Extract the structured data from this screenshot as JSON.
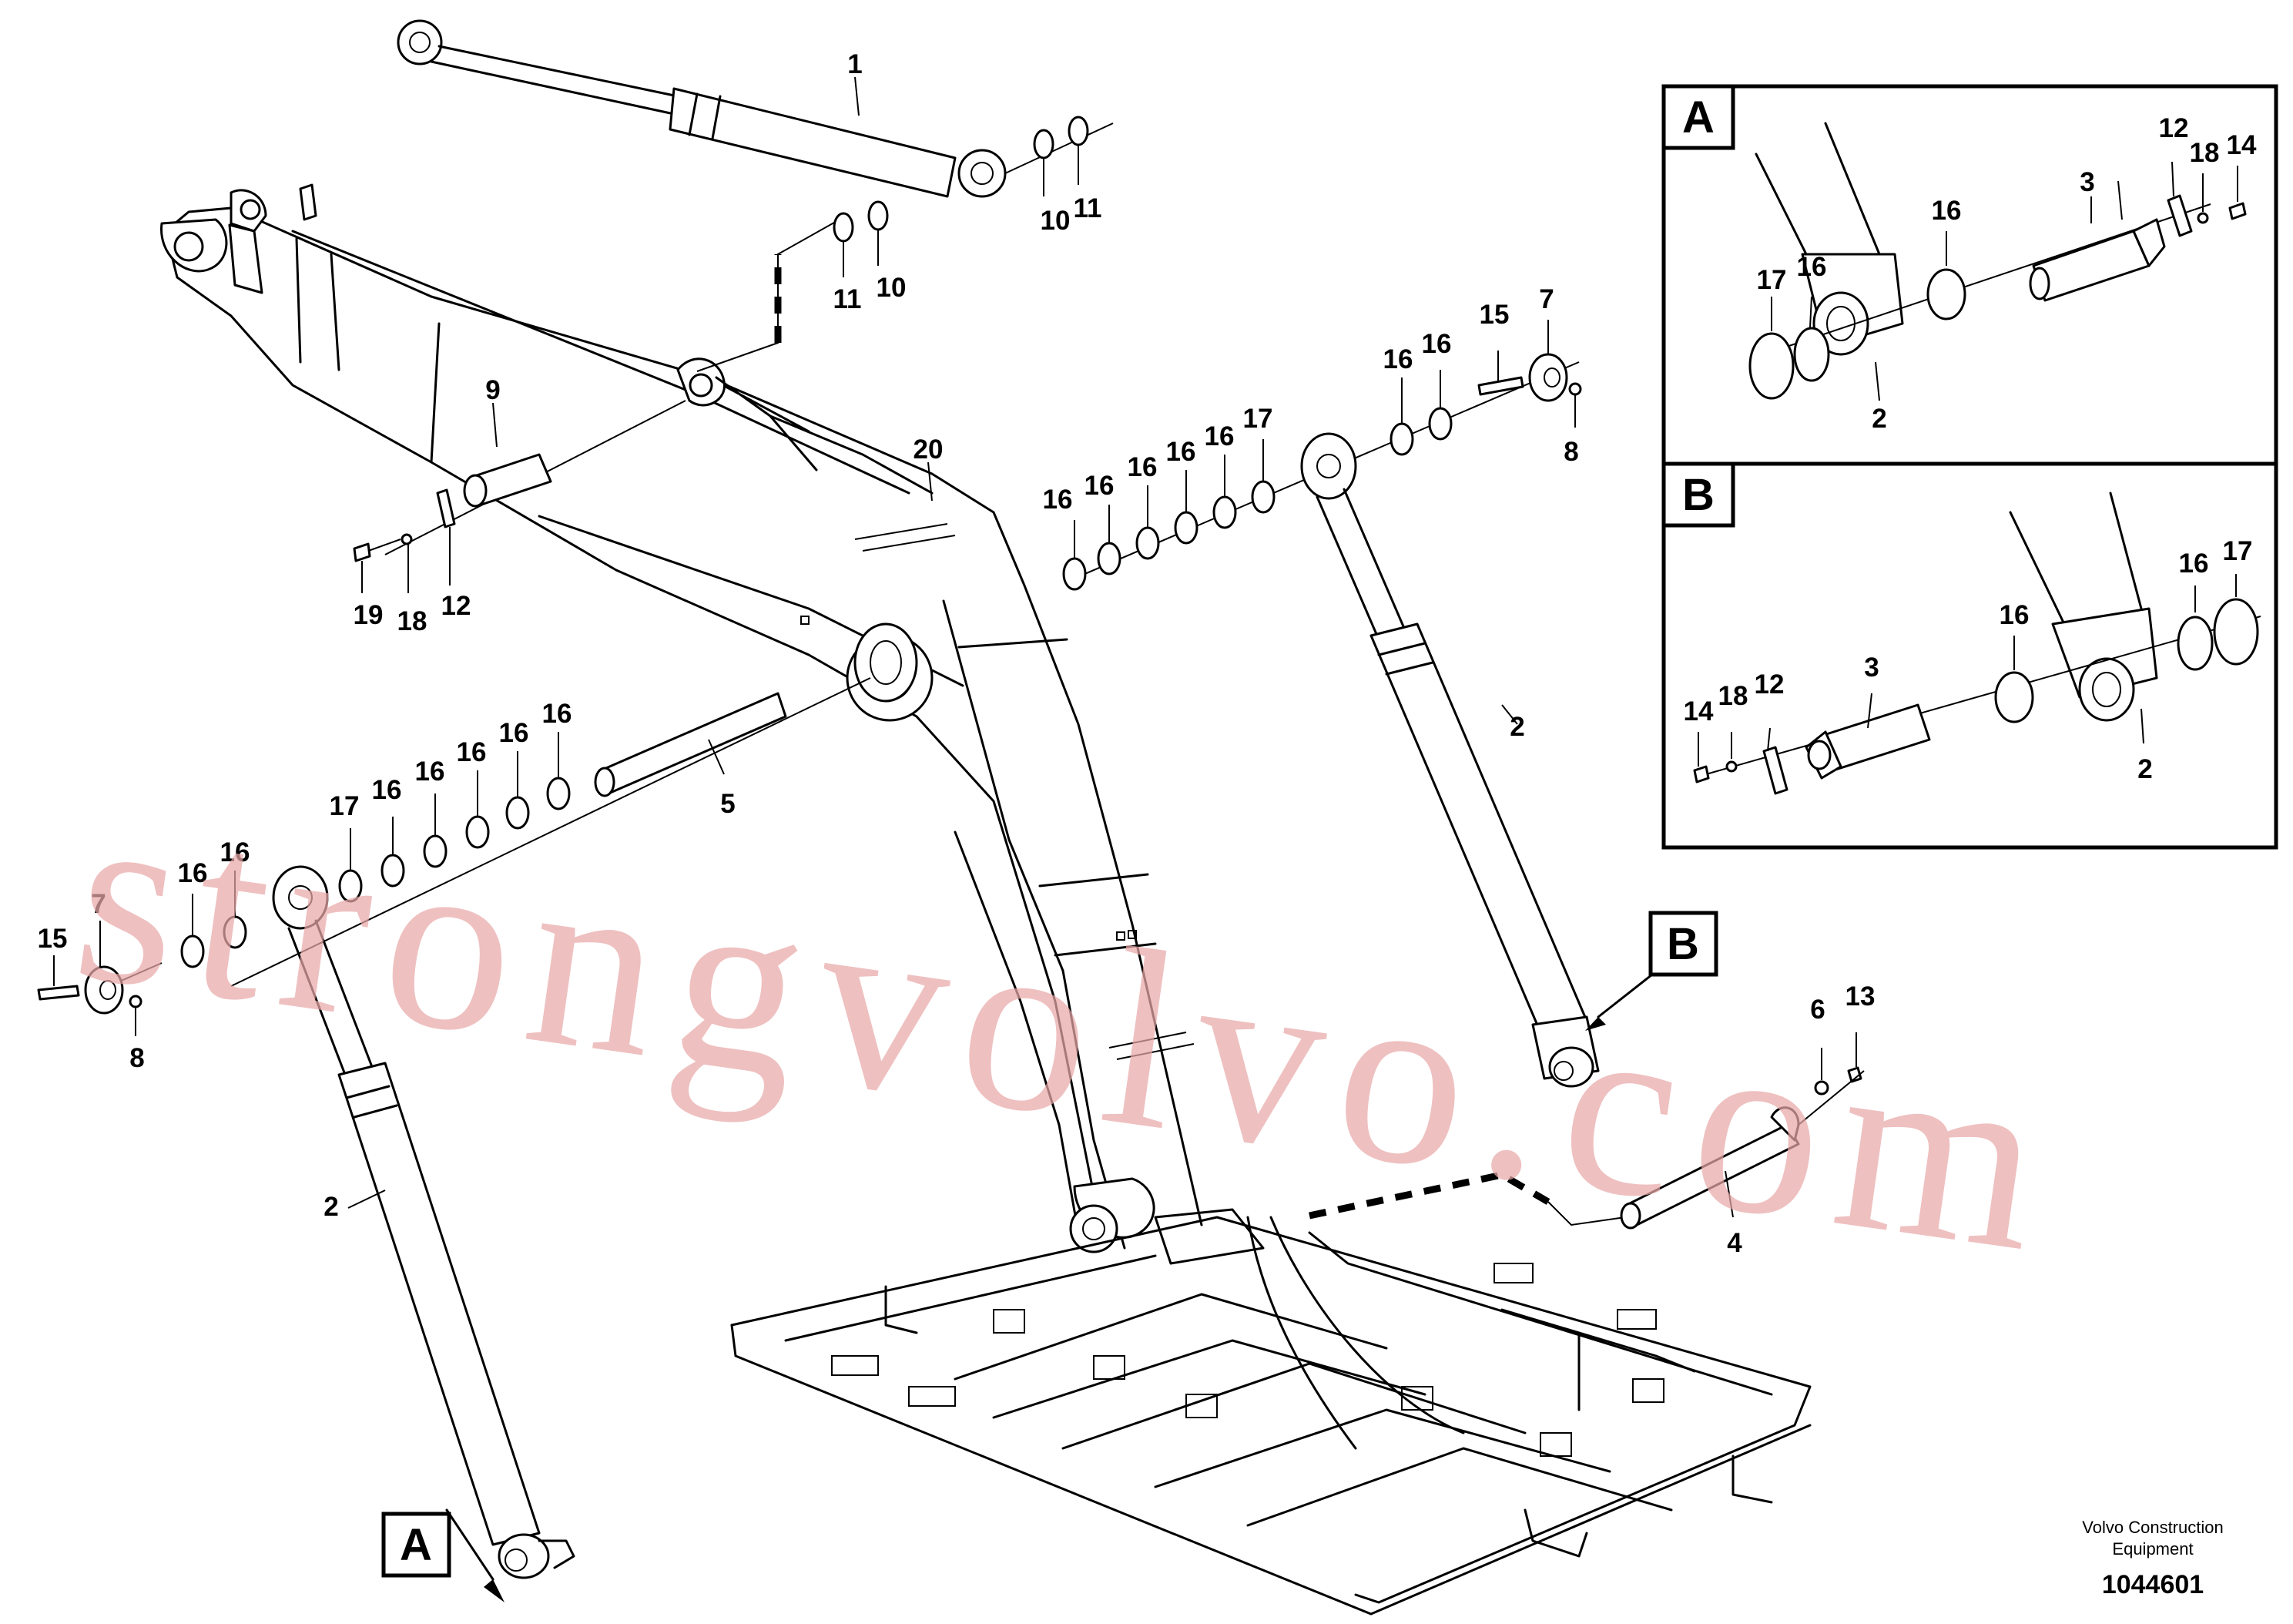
{
  "watermark": "strongvolvo.com",
  "callouts": {
    "A": "A",
    "B": "B"
  },
  "detail_panels": {
    "A": "A",
    "B": "B"
  },
  "part_numbers": {
    "p1": "1",
    "p2": "2",
    "p3": "3",
    "p4": "4",
    "p5": "5",
    "p6": "6",
    "p7": "7",
    "p8": "8",
    "p9": "9",
    "p10": "10",
    "p11": "11",
    "p12": "12",
    "p13": "13",
    "p14": "14",
    "p15": "15",
    "p16": "16",
    "p17": "17",
    "p18": "18",
    "p19": "19",
    "p20": "20"
  },
  "footer": {
    "manufacturer_line1": "Volvo Construction",
    "manufacturer_line2": "Equipment",
    "figure_id": "1044601"
  },
  "colors": {
    "line": "#000000",
    "watermark": "#e9a8a8",
    "background": "#ffffff"
  }
}
